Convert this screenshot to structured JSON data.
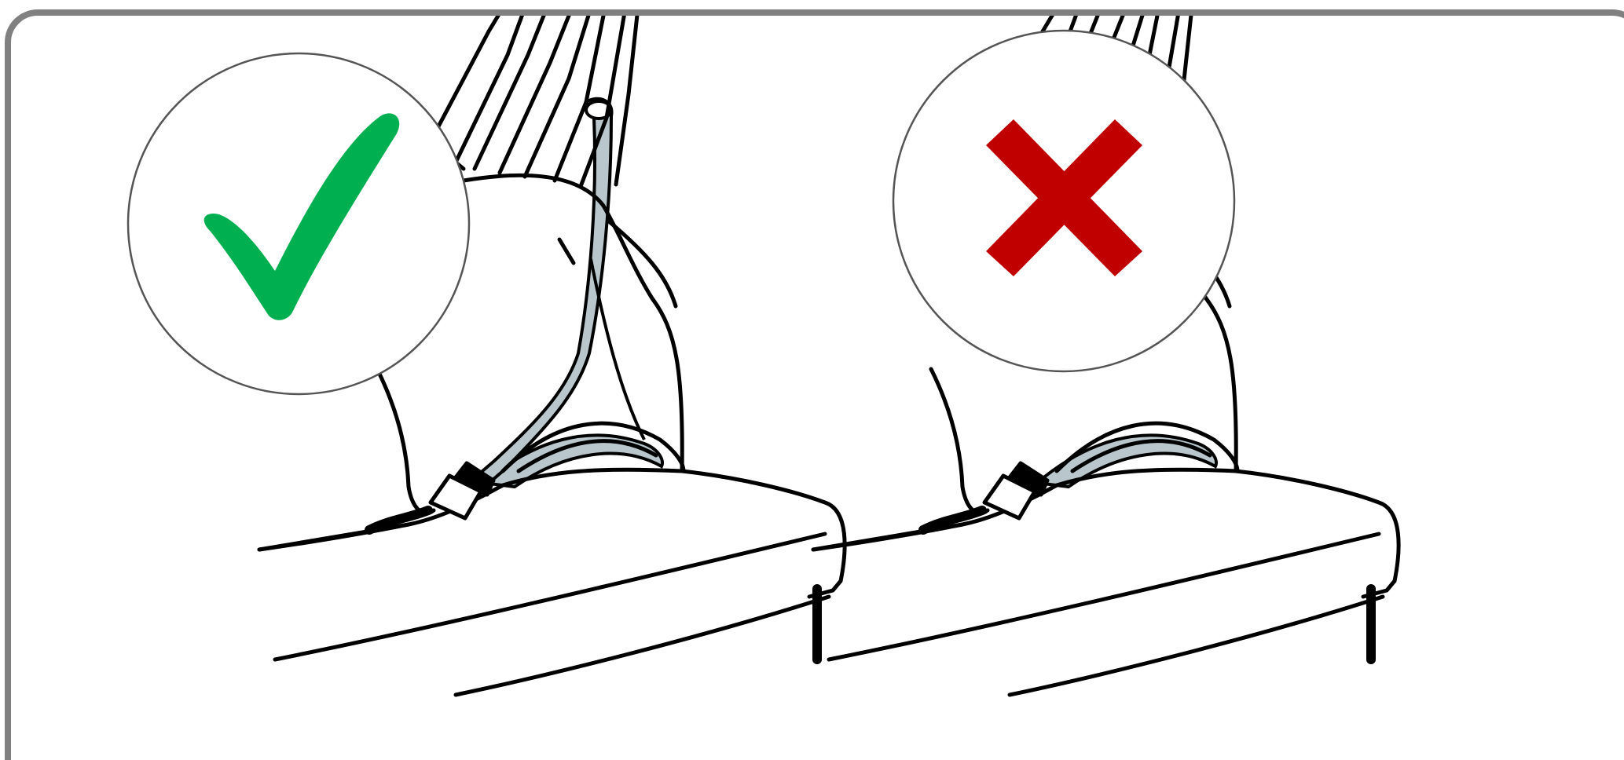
{
  "panels": [
    {
      "id": "correct",
      "verdict": "correct",
      "indicator": "check-icon",
      "shoulder_belt": true
    },
    {
      "id": "incorrect",
      "verdict": "incorrect",
      "indicator": "cross-icon",
      "shoulder_belt": false
    }
  ],
  "colors": {
    "frame_border": "#808080",
    "line": "#000000",
    "belt_fill": "#b9c7cd",
    "check_green": "#00b050",
    "cross_red": "#c00000",
    "badge_border": "#555555",
    "background": "#ffffff"
  }
}
